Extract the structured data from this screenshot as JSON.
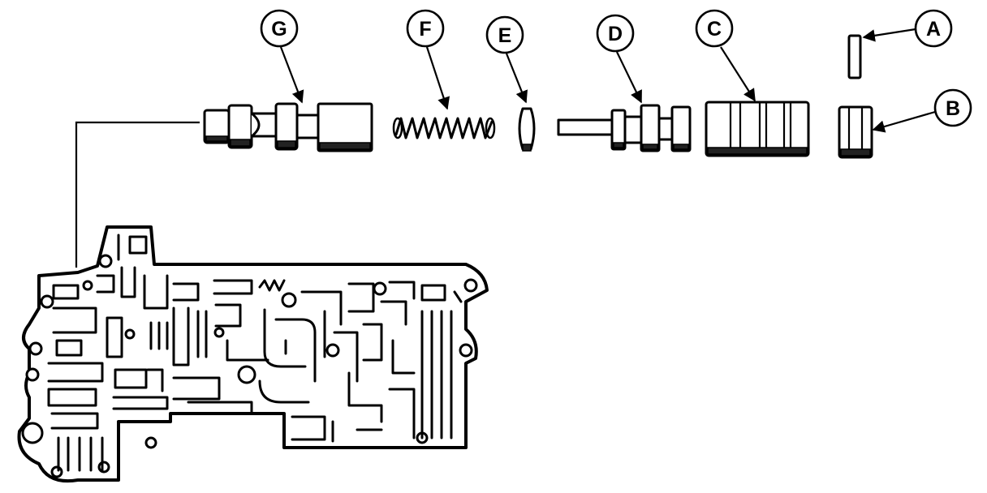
{
  "labels": {
    "G": "G",
    "F": "F",
    "E": "E",
    "D": "D",
    "C": "C",
    "A": "A",
    "B": "B"
  }
}
